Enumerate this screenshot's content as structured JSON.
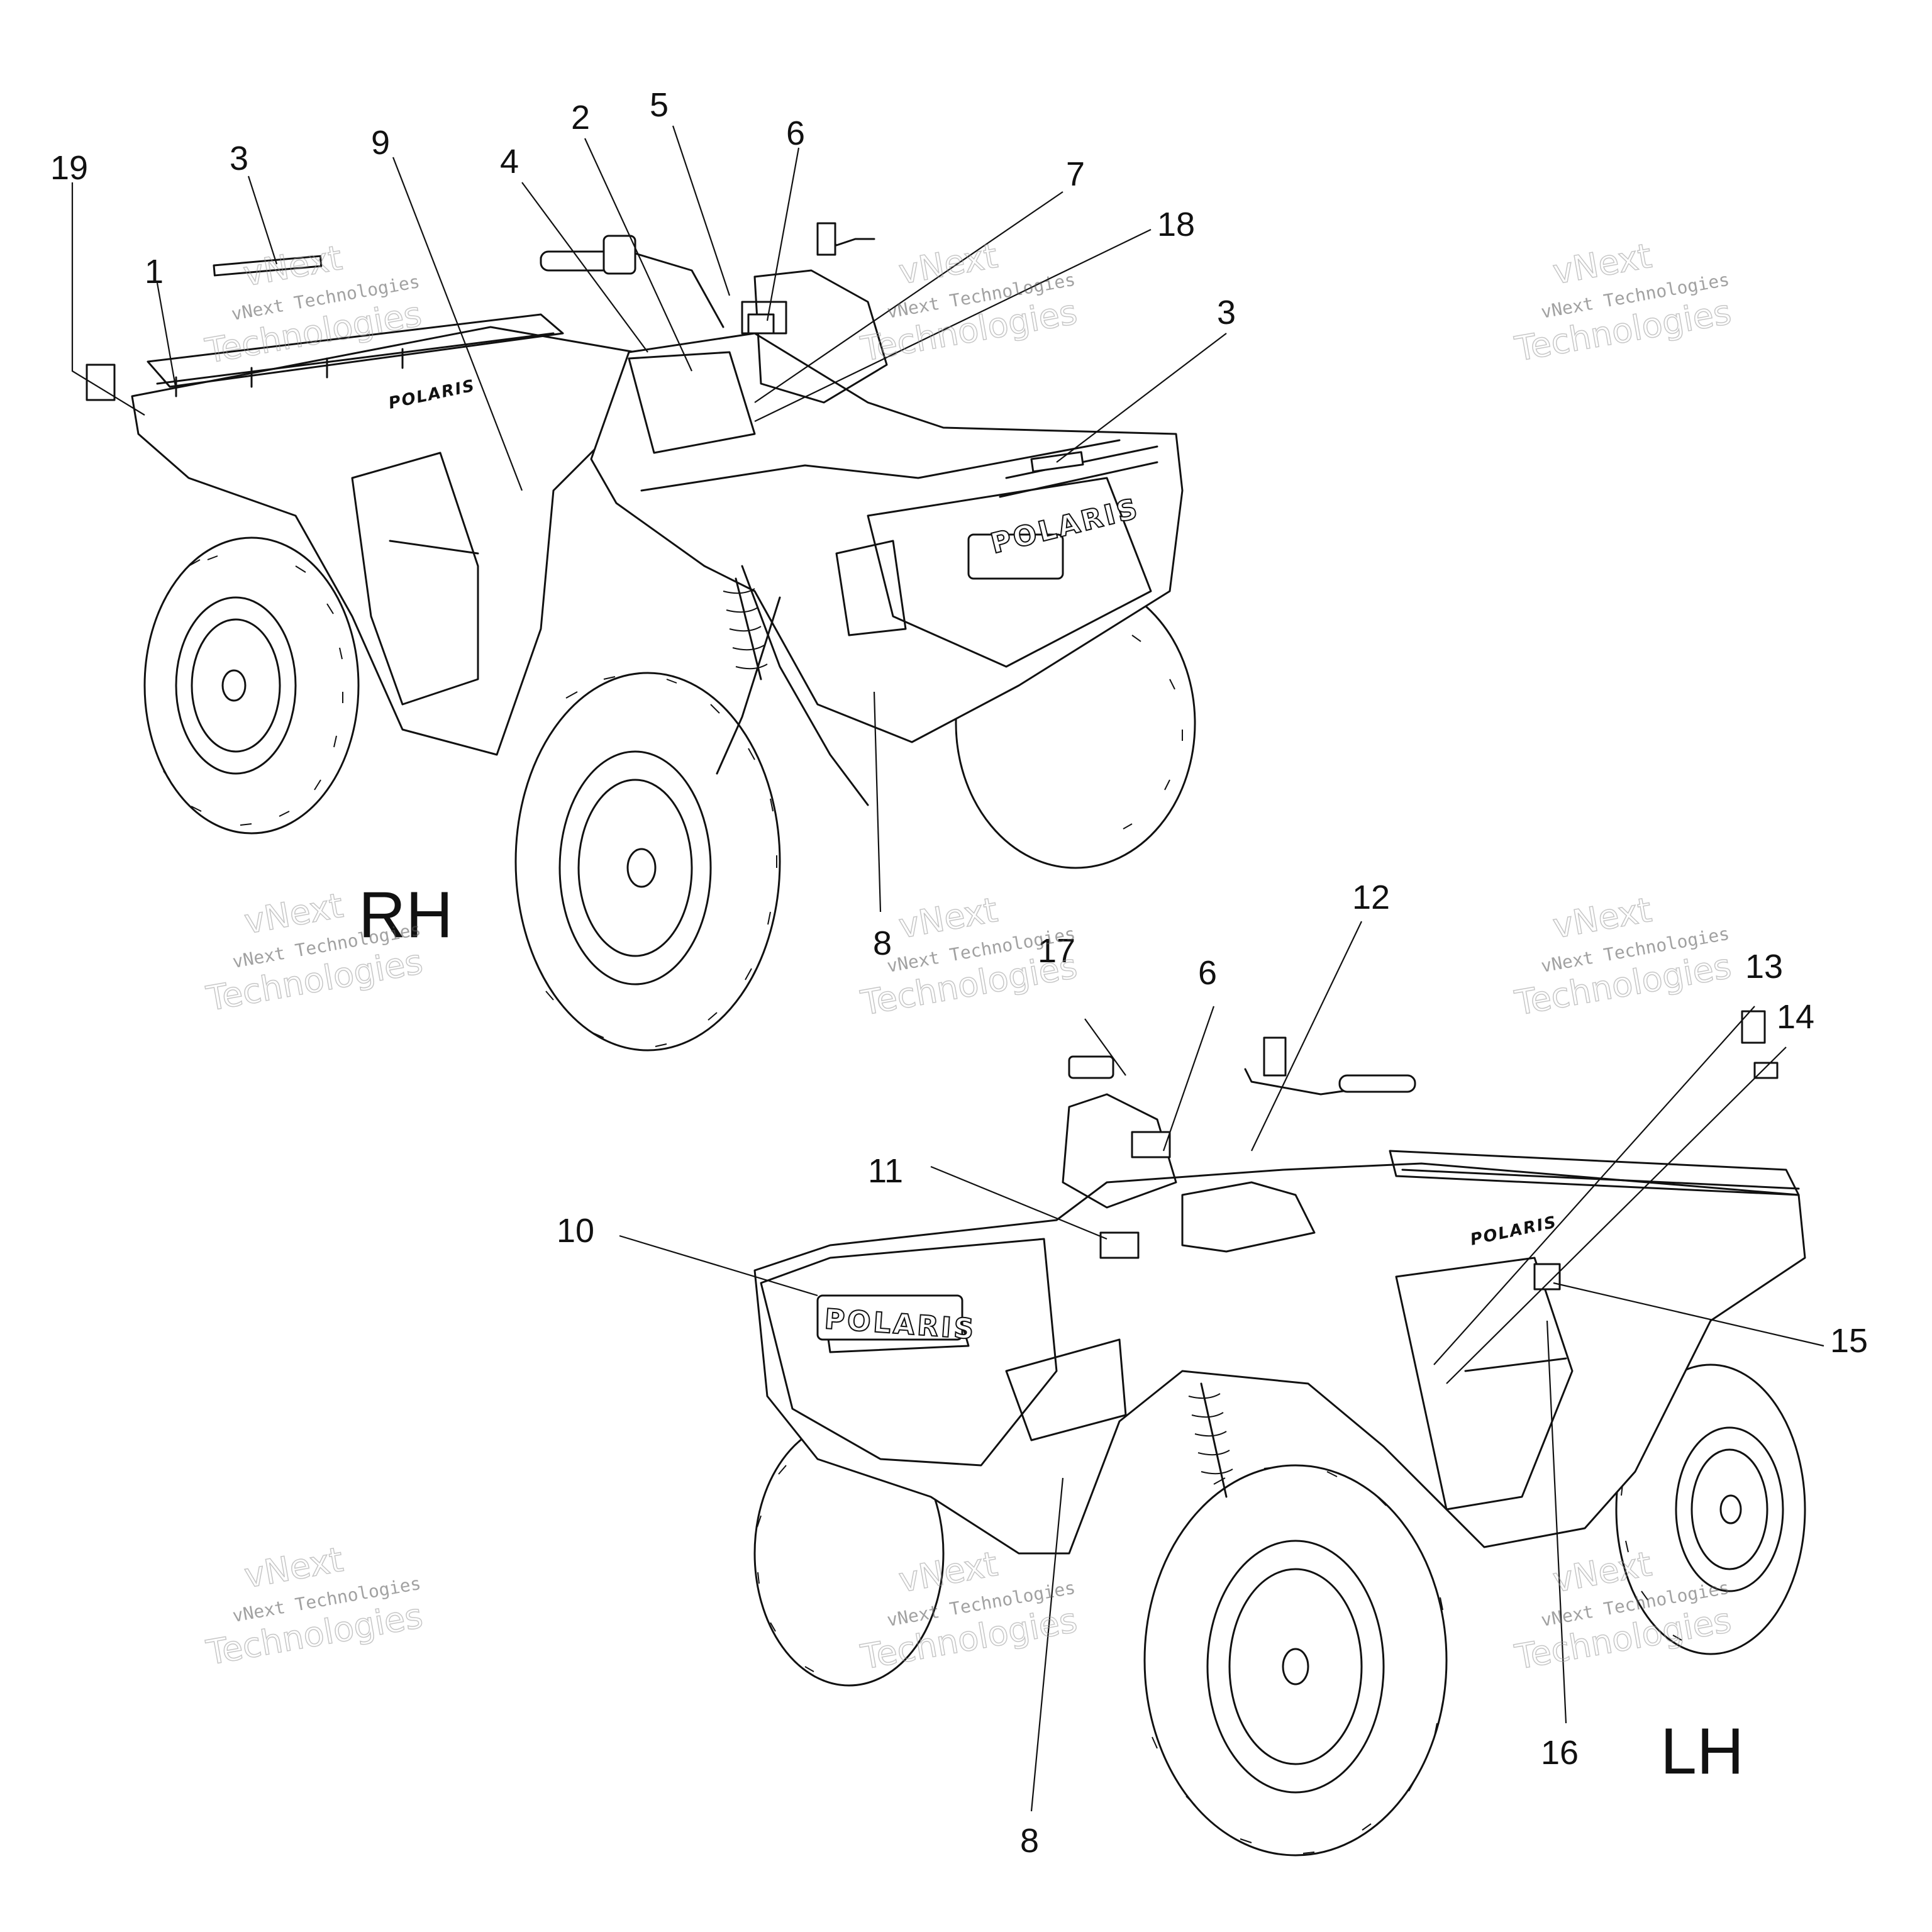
{
  "views": {
    "rh_label": "RH",
    "lh_label": "LH"
  },
  "brand": {
    "hood_logo": "POLARIS",
    "side_logo": "POLARIS"
  },
  "callouts_rh": [
    "19",
    "3",
    "1",
    "9",
    "4",
    "2",
    "5",
    "6",
    "7",
    "18",
    "3",
    "8"
  ],
  "callouts_lh": [
    "17",
    "6",
    "12",
    "13",
    "14",
    "11",
    "10",
    "15",
    "16",
    "8"
  ],
  "watermark": {
    "line1": "vNext Technologies",
    "line2": "vNext",
    "line3": "Technologies"
  }
}
